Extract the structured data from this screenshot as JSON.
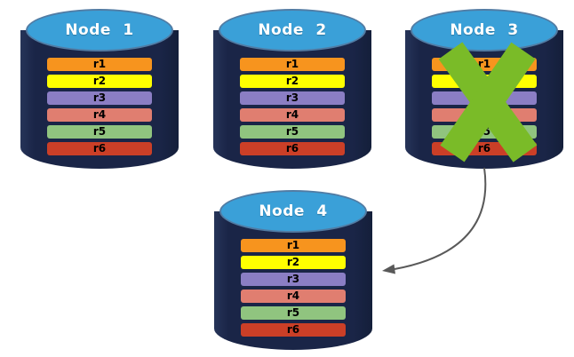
{
  "canvas": {
    "background": "#FFFFFF"
  },
  "nodes": [
    {
      "label": "Node 1",
      "failed": false
    },
    {
      "label": "Node 2",
      "failed": false
    },
    {
      "label": "Node 3",
      "failed": true
    },
    {
      "label": "Node 4",
      "failed": false
    }
  ],
  "replicas": [
    {
      "label": "r1",
      "color": "#F7941E"
    },
    {
      "label": "r2",
      "color": "#FFFF00"
    },
    {
      "label": "r3",
      "color": "#8B7EC4"
    },
    {
      "label": "r4",
      "color": "#E07E70"
    },
    {
      "label": "r5",
      "color": "#90C47F"
    },
    {
      "label": "r6",
      "color": "#CB3F27"
    }
  ],
  "colors": {
    "cylinder_body": "#1A2547",
    "cylinder_top": "#3AA0D8",
    "cylinder_top_border": "#517CA4",
    "failure_x": "#7ABB28",
    "arrow": "#595959",
    "node_title_text": "#FFFFFF",
    "replica_label_text": "#000000"
  }
}
